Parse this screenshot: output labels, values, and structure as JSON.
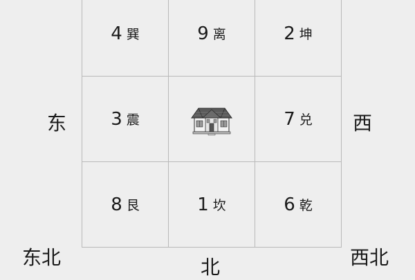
{
  "grid": {
    "cells": [
      {
        "number": "4",
        "trigram": "巽"
      },
      {
        "number": "9",
        "trigram": "离"
      },
      {
        "number": "2",
        "trigram": "坤"
      },
      {
        "number": "3",
        "trigram": "震"
      },
      {
        "icon": "house-icon"
      },
      {
        "number": "7",
        "trigram": "兑"
      },
      {
        "number": "8",
        "trigram": "艮"
      },
      {
        "number": "1",
        "trigram": "坎"
      },
      {
        "number": "6",
        "trigram": "乾"
      }
    ]
  },
  "directions": {
    "east": "东",
    "west": "西",
    "northeast": "东北",
    "north": "北",
    "northwest": "西北"
  }
}
